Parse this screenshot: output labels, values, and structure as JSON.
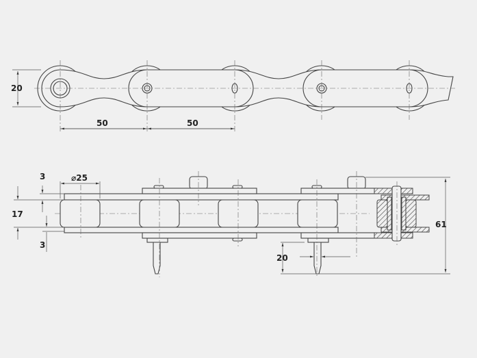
{
  "drawing": {
    "top_view": {
      "height_label": "20",
      "pitch_labels": [
        "50",
        "50"
      ]
    },
    "side_view": {
      "plate_thickness_top_label": "3",
      "roller_diameter_label": "⌀25",
      "roller_width_label": "17",
      "plate_thickness_bottom_label": "3",
      "pin_length_label": "20",
      "overall_width_label": "61"
    }
  }
}
